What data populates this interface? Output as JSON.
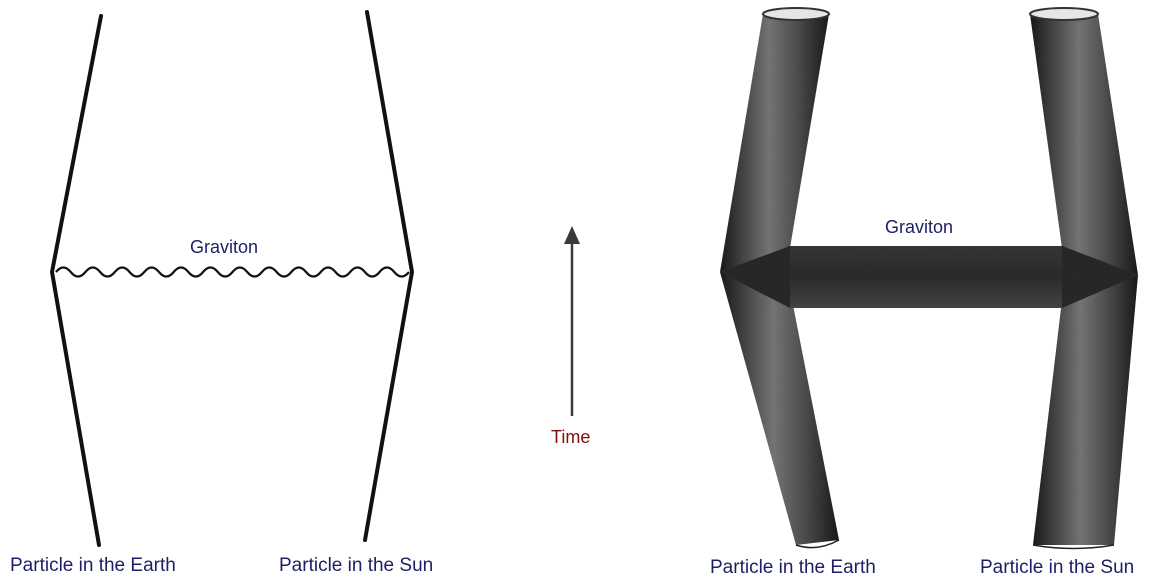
{
  "feynman_diagram": {
    "graviton_label": "Graviton",
    "earth_label": "Particle in the Earth",
    "sun_label": "Particle in the Sun"
  },
  "time_axis": {
    "label": "Time"
  },
  "string_diagram": {
    "graviton_label": "Graviton",
    "earth_label": "Particle in the Earth",
    "sun_label": "Particle in the Sun"
  },
  "colors": {
    "particle_label": "#1d1f66",
    "time_label": "#7a1010",
    "line": "#111111",
    "tube_dark": "#2b2b2b",
    "tube_light": "#8a8a8a"
  }
}
